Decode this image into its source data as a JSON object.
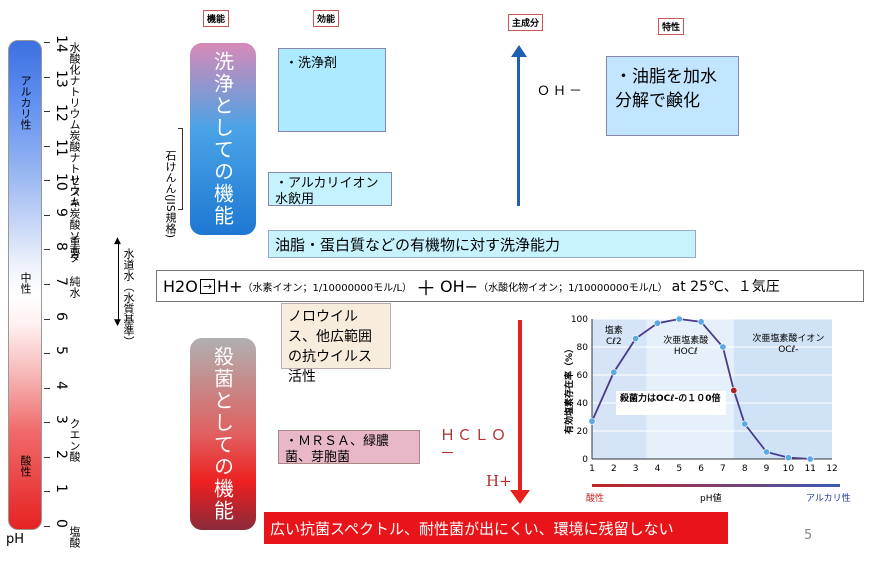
{
  "headers": {
    "function": "機能",
    "effect": "効能",
    "main_component": "主成分",
    "property": "特性"
  },
  "ph_scale": {
    "label_alkali": "アルカリ性",
    "label_neutral": "中性",
    "label_acid": "酸性",
    "ph_label": "pH",
    "ticks": [
      "14",
      "13",
      "12",
      "11",
      "10",
      "9",
      "8",
      "7",
      "6",
      "5",
      "4",
      "3",
      "2",
      "1",
      "0"
    ],
    "annotations": [
      {
        "text": "水酸化ナトリウム"
      },
      {
        "text": "炭酸ナトリウム"
      },
      {
        "text": "セスキ炭酸ソーダ"
      },
      {
        "text": "重曹"
      },
      {
        "text": "純水"
      },
      {
        "text": "クエン酸"
      },
      {
        "text": "塩酸"
      }
    ],
    "soap_note": "石けんん(JIS規格)",
    "tap_note": "水道水（水質基準）"
  },
  "wash": {
    "title": "洗浄としての機能",
    "detergent": "・洗浄剤",
    "alkali_ion": "・アルカリイオン水飲用",
    "oh": "ＯＨ－",
    "oil": "・油脂を加水分解で鹸化",
    "summary": "油脂・蛋白質などの有機物に対す洗浄能力"
  },
  "equation": {
    "h2o": "H2O",
    "arrow": "→",
    "hplus": "H+",
    "hplus_note": "（水素イオン；1/10000000モル/L）",
    "plus": "＋",
    "ohminus": "OH−",
    "oh_note": "（水酸化物イオン；1/10000000モル/L）",
    "cond": "at 25℃、１気圧"
  },
  "steril": {
    "title": "殺菌としての機能",
    "virus": "ノロウイルス、他広範囲の抗ウイルス活性",
    "mrsa": "・ＭＲＳＡ、緑膿菌、芽胞菌",
    "hclo": "ＨＣＬＯ",
    "minus": "－",
    "hplus": "H+",
    "bottom": "広い抗菌スペクトル、耐性菌が出にくい、環境に残留しない",
    "page_num": "5"
  },
  "chart_data": {
    "type": "line",
    "x": [
      1,
      2,
      3,
      4,
      5,
      6,
      7,
      7.5,
      8,
      9,
      10,
      11
    ],
    "values": [
      27,
      62,
      86,
      97,
      100,
      98,
      80,
      49,
      25,
      5,
      1,
      0
    ],
    "xlim": [
      1,
      12
    ],
    "ylim": [
      0,
      100
    ],
    "xticks": [
      "1",
      "2",
      "3",
      "4",
      "5",
      "6",
      "7",
      "8",
      "9",
      "10",
      "11",
      "12"
    ],
    "yticks": [
      "0",
      "20",
      "40",
      "60",
      "80",
      "100"
    ],
    "ylabel": "有効塩素存在率（%）",
    "xlabel": "pH値",
    "acid_label": "酸性",
    "alkali_label": "アルカリ性",
    "regions": [
      {
        "name": "塩素",
        "formula": "Cℓ2"
      },
      {
        "name": "次亜塩素酸",
        "formula": "HOCℓ"
      },
      {
        "name": "次亜塩素酸イオン",
        "formula": "OCℓ-"
      }
    ],
    "annotation": "殺菌力はOCℓ-の１０0倍",
    "colors": {
      "line": "#4a3a8a",
      "point": "#5aa8e6",
      "highlight": "#b02020"
    }
  }
}
